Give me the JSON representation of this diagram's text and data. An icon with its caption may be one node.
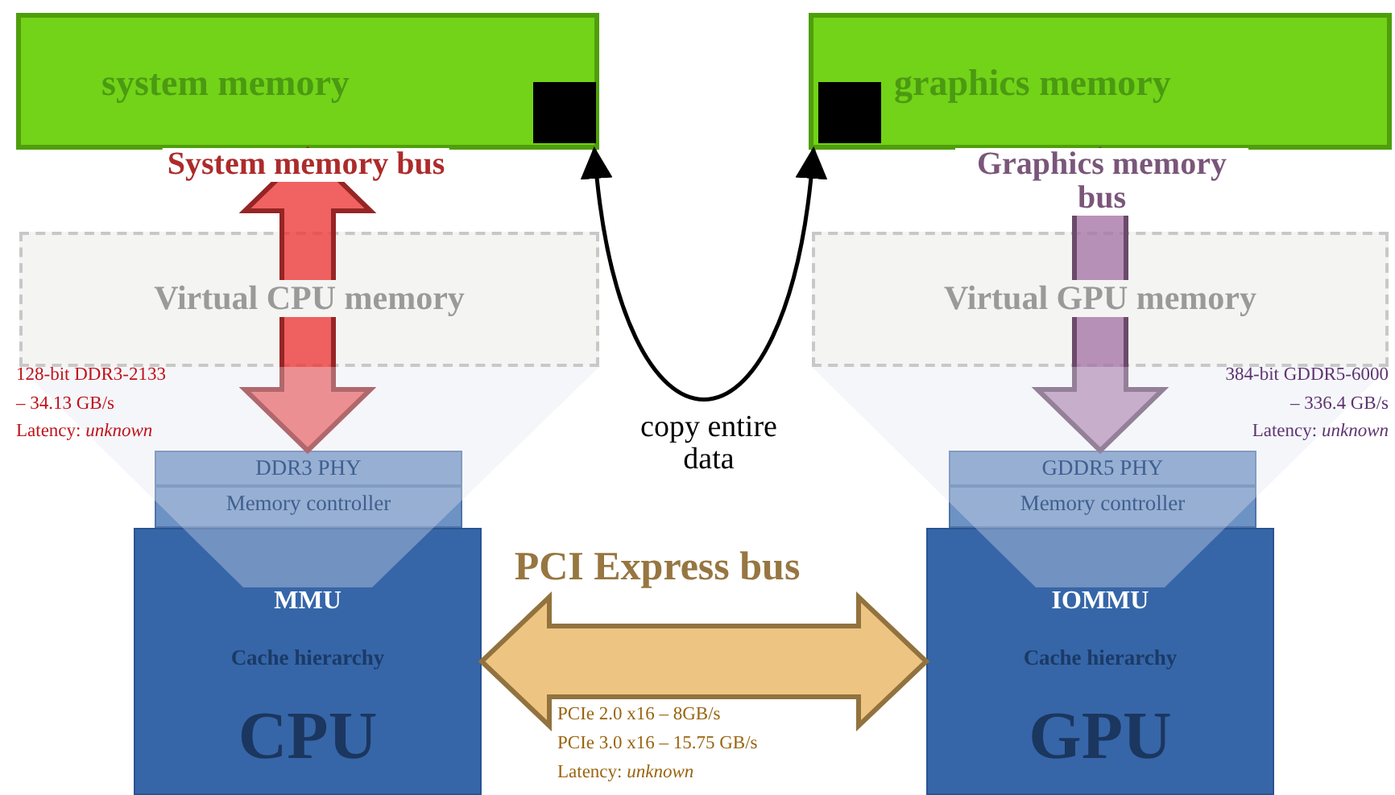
{
  "diagram": {
    "nodes": [
      {
        "text": [
          "system memory"
        ]
      },
      {
        "text": [],
        "shape": "box",
        "in": 0
      },
      {
        "text": [
          "graphics memory"
        ]
      },
      {
        "text": [],
        "shape": "box",
        "in": 2
      },
      {
        "text": [
          "Virtual CPU memory"
        ]
      },
      {
        "text": [
          "Virtual GPU memory"
        ]
      },
      {
        "text": [
          "DDR3 PHY"
        ]
      },
      {
        "text": [
          "Memory controller"
        ]
      },
      {
        "text": [
          "MMU",
          "Cache hierarchy",
          "CPU"
        ]
      },
      {
        "text": [
          "GDDR5 PHY"
        ]
      },
      {
        "text": [
          "Memory controller"
        ]
      },
      {
        "text": [
          "IOMMU",
          "Cache hierarchy",
          "GPU"
        ]
      }
    ],
    "edges": [
      {
        "from": 0,
        "to": 6,
        "arrow": "both",
        "label": "System memory bus",
        "style": "thick",
        "color": "#ee3b3b"
      },
      {
        "from": 2,
        "to": 9,
        "arrow": "both",
        "label": "Graphics memory bus",
        "style": "thick",
        "color": "#a877a8"
      },
      {
        "from": 0,
        "to": 2,
        "arrow": "both",
        "label": "copy entire data"
      },
      {
        "from": 8,
        "to": 11,
        "arrow": "both",
        "label": "PCI Express bus",
        "style": "thick",
        "color": "#e8b563"
      }
    ],
    "labels": [
      "128-bit DDR3-2133",
      "– 34.13 GB/s",
      "Latency: *unknown*",
      "384-bit GDDR5-6000",
      "– 336.4 GB/s",
      "Latency: *unknown*",
      "PCIe 2.0 x16 – 8GB/s",
      "PCIe 3.0 x16 – 15.75 GB/s",
      "Latency: *unknown*"
    ]
  }
}
